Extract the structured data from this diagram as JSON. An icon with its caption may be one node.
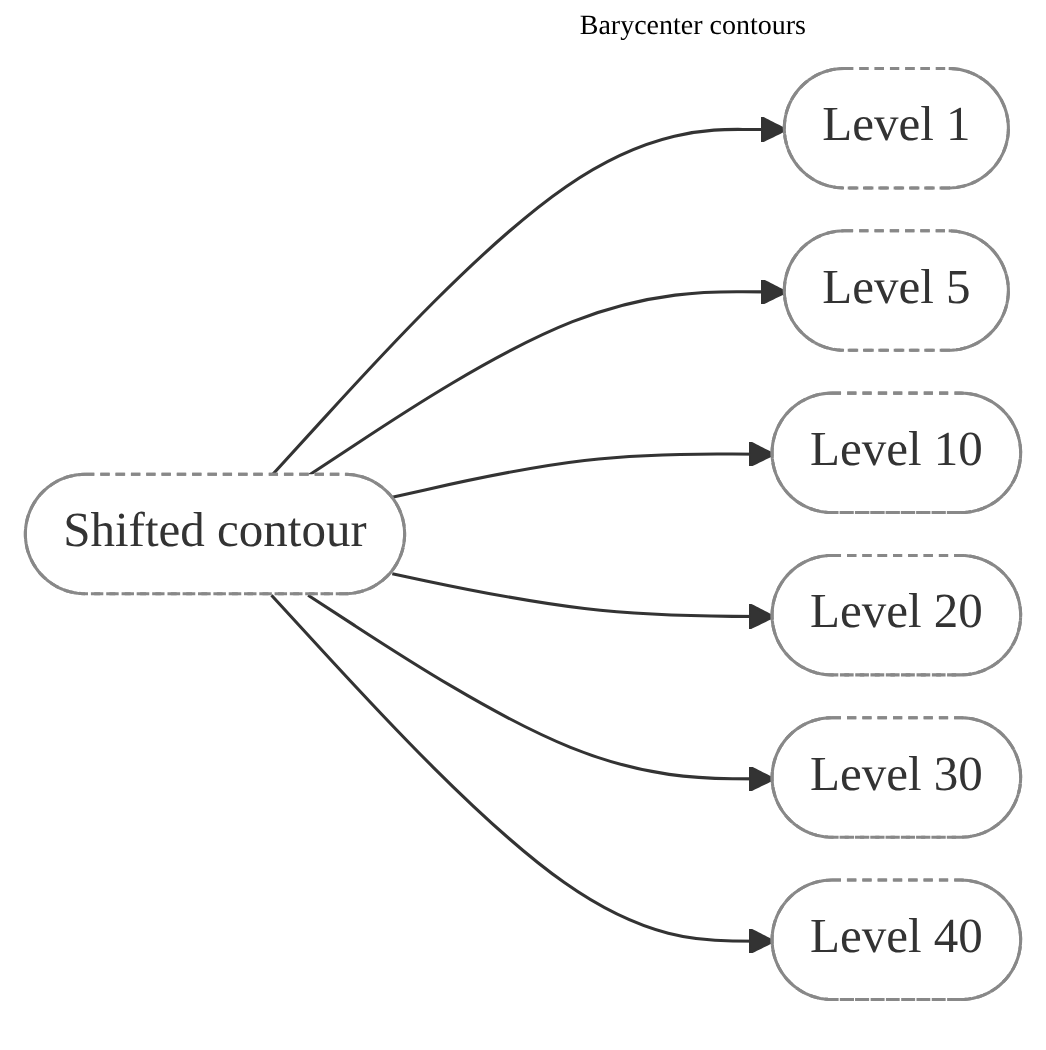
{
  "diagram": {
    "nodes": [
      {
        "text": [
          "Shifted contour"
        ]
      },
      {
        "text": [
          "Level 1"
        ]
      },
      {
        "text": [
          "Level 5"
        ]
      },
      {
        "text": [
          "Level 10"
        ]
      },
      {
        "text": [
          "Level 20"
        ]
      },
      {
        "text": [
          "Level 30"
        ]
      },
      {
        "text": [
          "Level 40"
        ]
      }
    ],
    "edges": [
      {
        "from": 0,
        "to": 1,
        "arrow": "to"
      },
      {
        "from": 0,
        "to": 2,
        "arrow": "to"
      },
      {
        "from": 0,
        "to": 3,
        "arrow": "to"
      },
      {
        "from": 0,
        "to": 4,
        "arrow": "to"
      },
      {
        "from": 0,
        "to": 5,
        "arrow": "to"
      },
      {
        "from": 0,
        "to": 6,
        "arrow": "to"
      }
    ],
    "labels": [
      "Barycenter contours"
    ]
  }
}
